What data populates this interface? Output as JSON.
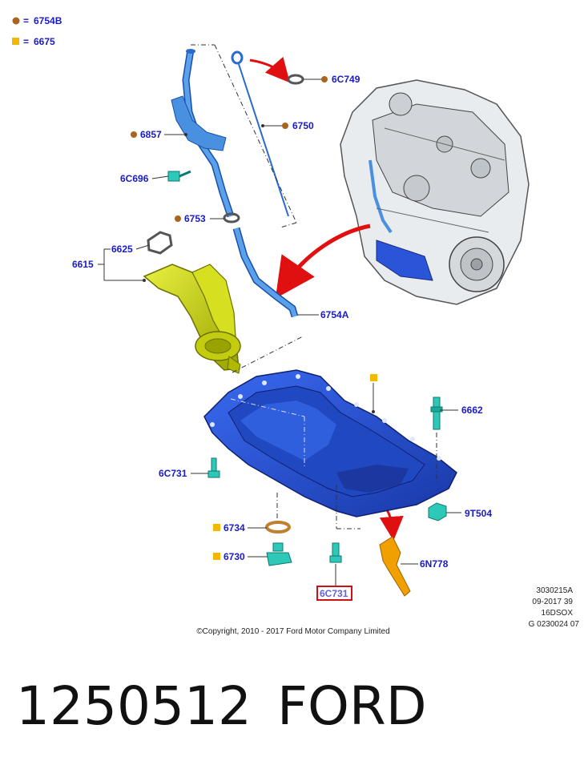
{
  "legend": [
    {
      "marker": "circle",
      "color": "#a8651f",
      "label": "6754B"
    },
    {
      "marker": "square",
      "color": "#f5b800",
      "label": "6675"
    }
  ],
  "callouts": {
    "c6C749": "6C749",
    "c6750": "6750",
    "c6857": "6857",
    "c6C696": "6C696",
    "c6753": "6753",
    "c6625": "6625",
    "c6615": "6615",
    "c6754A": "6754A",
    "c6662": "6662",
    "c6C731a": "6C731",
    "c9T504": "9T504",
    "c6734": "6734",
    "c6730": "6730",
    "c6N778": "6N778",
    "c6C731b": "6C731"
  },
  "meta": {
    "line1": "3030215A",
    "line2": "09-2017 39",
    "line3": "16DSOX",
    "line4": "G 0230024 07"
  },
  "copyright": "©Copyright, 2010 - 2017 Ford Motor Company Limited",
  "part_number": "1250512",
  "brand": "FORD",
  "colors": {
    "callout_text": "#1a1ac8",
    "oil_pan": "#2a55d8",
    "dipstick_tube": "#4a90e0",
    "pickup": "#c8d400",
    "fastener": "#2ec8b8",
    "arrow": "#e01010",
    "highlight_box": "#d01010"
  }
}
